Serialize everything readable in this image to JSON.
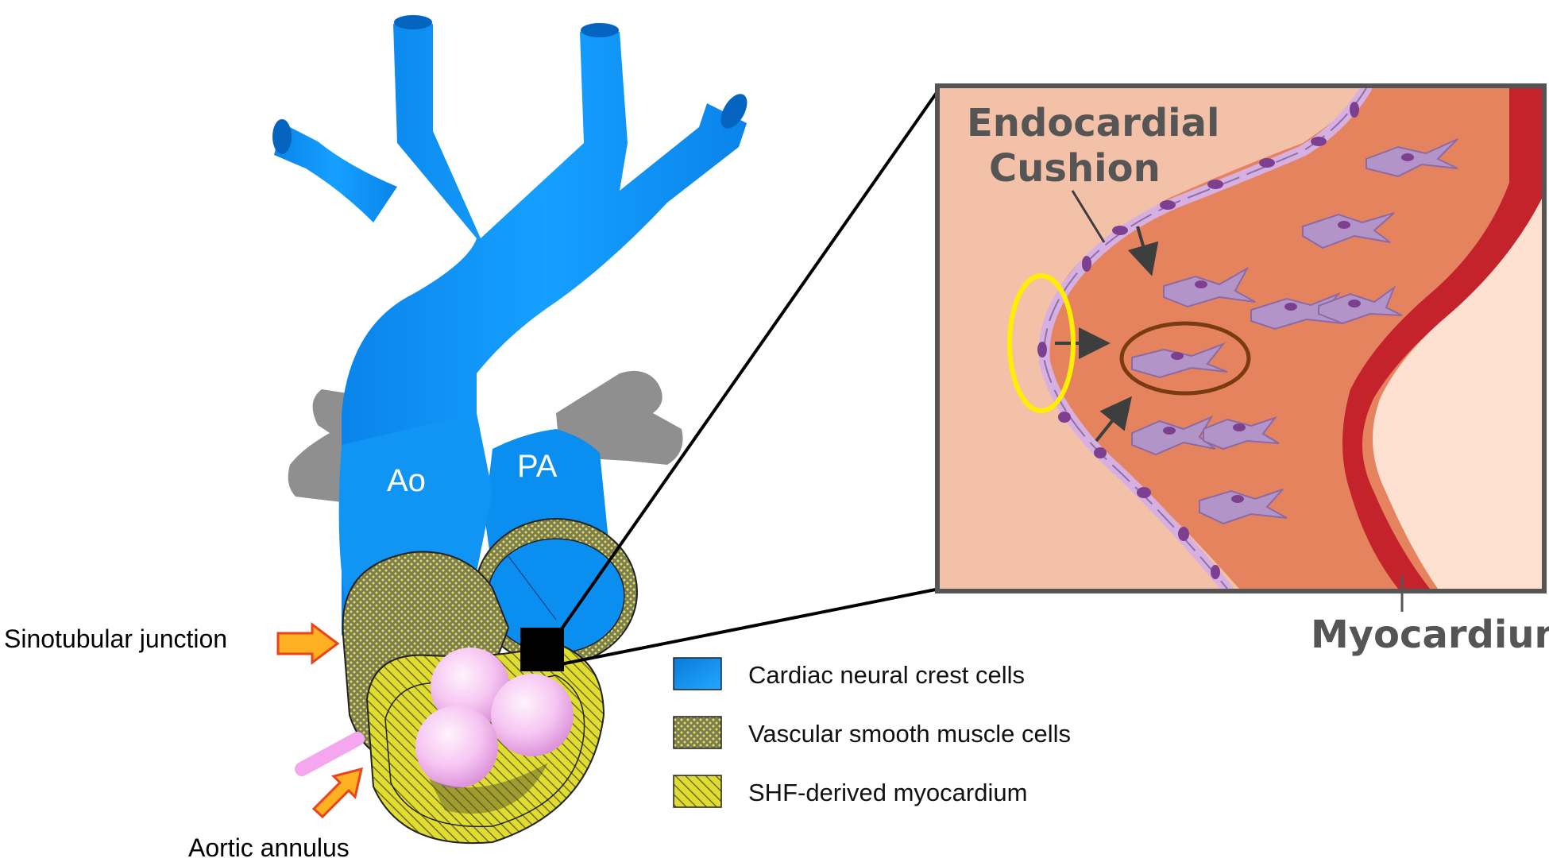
{
  "vessels": {
    "aorta_label": "Ao",
    "pulmonary_label": "PA"
  },
  "annotations": {
    "sinotubular_junction": "Sinotubular junction",
    "aortic_annulus": "Aortic annulus"
  },
  "legend": {
    "items": [
      {
        "label": "Cardiac neural crest cells",
        "swatch": "solid-blue"
      },
      {
        "label": "Vascular smooth muscle cells",
        "swatch": "dotted-olive"
      },
      {
        "label": "SHF-derived myocardium",
        "swatch": "hatched-yellow"
      }
    ]
  },
  "inset": {
    "title_line1": "Endocardial",
    "title_line2": "Cushion",
    "myocardium_label": "Myocardium"
  },
  "colors": {
    "vessel_blue": "#0a8ef0",
    "vessel_dark": "#0570c8",
    "gray_vessels": "#8f8f8f",
    "cushion_bg": "#f3c0a8",
    "cushion_tissue": "#e6835f",
    "myocardium_red": "#c4232c",
    "valve_pink": "#f4b7ef",
    "arrow_orange": "#ffb020",
    "arrow_outline": "#e8451e",
    "yellow_ring": "#ffee00",
    "brown_ring": "#7a3a12"
  }
}
